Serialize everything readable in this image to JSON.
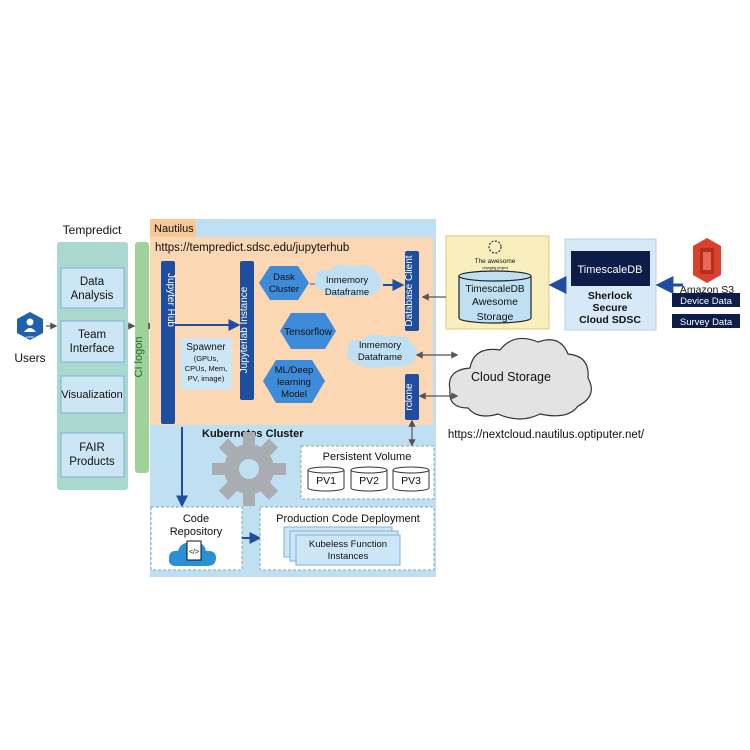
{
  "users": {
    "label": "Users",
    "badge": "user"
  },
  "tempredict": {
    "title": "Tempredict",
    "items": [
      "Data",
      "Analysis",
      "Team",
      "Interface",
      "Visualization",
      "FAIR",
      "Products"
    ]
  },
  "ci_logon": "CI logon",
  "nautilus": {
    "title": "Nautilus",
    "url": "https://tempredict.sdsc.edu/jupyterhub"
  },
  "jupyter_hub": "Jupyter Hub",
  "jupyterlab": "Jupyterlab Instance",
  "spawner": {
    "title": "Spawner",
    "detail": [
      "(GPUs,",
      "CPUs, Mem,",
      "PV, image)"
    ]
  },
  "dask": [
    "Dask",
    "Cluster"
  ],
  "inmemory_top": [
    "Inmemory",
    "Dataframe"
  ],
  "tensorflow": "Tensorflow",
  "ml_model": [
    "ML/Deep",
    "learning",
    "Model"
  ],
  "inmemory_mid": [
    "Inmemory",
    "Dataframe"
  ],
  "database_client": "Database Client",
  "rclone": "rclone",
  "kubernetes": "Kubernetes Cluster",
  "persistent_volume": {
    "title": "Persistent Volume",
    "volumes": [
      "PV1",
      "PV2",
      "PV3"
    ]
  },
  "code_repo": [
    "Code",
    "Repository"
  ],
  "production": {
    "title": "Production Code Deployment",
    "inner": [
      "Kubeless Function",
      "Instances"
    ]
  },
  "cloud": {
    "label": "Cloud Storage",
    "url": "https://nextcloud.nautilus.optiputer.net/"
  },
  "awesome": {
    "logo": [
      "The awesome",
      "changing project"
    ],
    "db": [
      "TimescaleDB",
      "Awesome",
      "Storage"
    ]
  },
  "sherlock": {
    "db": "TimescaleDB",
    "label": [
      "Sherlock",
      "Secure",
      "Cloud SDSC"
    ]
  },
  "amazon": {
    "label": "Amazon S3",
    "items": [
      "Device Data",
      "Survey Data"
    ]
  },
  "colors": {
    "blue": "#1f4ea0",
    "light_blue": "#bfe0f3",
    "orange": "#fbd7b3",
    "green": "#9ed29a",
    "teal": "#a9d9ce",
    "cloud": "#e3e3e3",
    "yellow": "#f8eebe",
    "red": "#d9412f",
    "navy": "#0e1c4a"
  }
}
